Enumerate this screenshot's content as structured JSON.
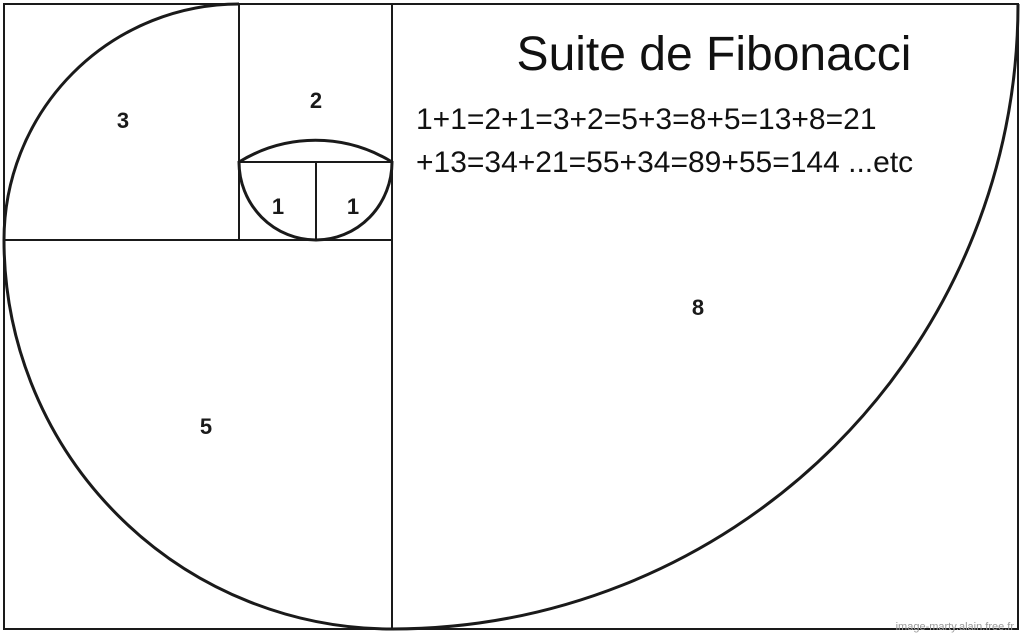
{
  "title": "Suite de Fibonacci",
  "sequence": {
    "line1": "1+1=2+1=3+2=5+3=8+5=13+8=21",
    "line2": "+13=34+21=55+34=89+55=144 ...etc"
  },
  "squares": [
    {
      "id": "one-a",
      "label": "1"
    },
    {
      "id": "one-b",
      "label": "1"
    },
    {
      "id": "two",
      "label": "2"
    },
    {
      "id": "three",
      "label": "3"
    },
    {
      "id": "five",
      "label": "5"
    },
    {
      "id": "eight",
      "label": "8"
    }
  ],
  "watermark": "image-marty.alain.free.fr",
  "colors": {
    "line": "#1a1a1a",
    "text": "#111111",
    "background": "#ffffff",
    "watermark": "#9a9a9a"
  }
}
